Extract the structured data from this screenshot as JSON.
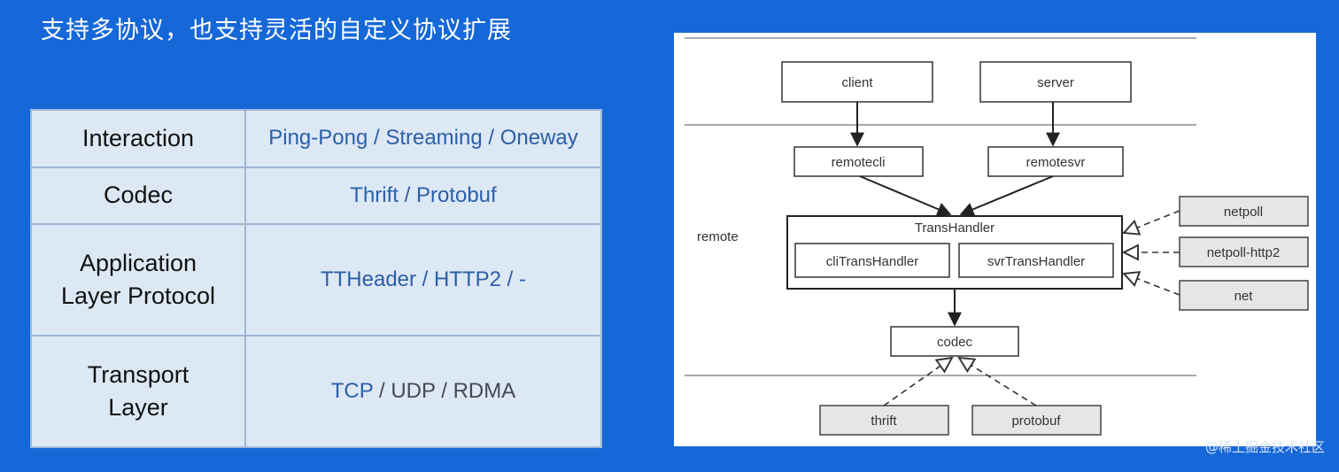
{
  "slide": {
    "title": "支持多协议，也支持灵活的自定义协议扩展",
    "watermark": "@稀土掘金技术社区"
  },
  "colors": {
    "background": "#1668d8",
    "table_background": "#dde8f5",
    "value_blue": "#2b5fa8",
    "value_gray": "#454a52",
    "box_gray_fill": "#e6e6e6"
  },
  "table": {
    "rows": [
      {
        "label_lines": [
          "Interaction"
        ],
        "values": [
          {
            "text": "Ping-Pong / Streaming / Oneway",
            "style": "blue"
          }
        ]
      },
      {
        "label_lines": [
          "Codec"
        ],
        "values": [
          {
            "text": "Thrift / Protobuf",
            "style": "blue"
          }
        ]
      },
      {
        "label_lines": [
          "Application",
          "Layer Protocol"
        ],
        "values": [
          {
            "text": "TTHeader / HTTP2 / -",
            "style": "blue"
          }
        ]
      },
      {
        "label_lines": [
          "Transport",
          "Layer"
        ],
        "values": [
          {
            "text": "TCP",
            "style": "blue"
          },
          {
            "text": " / UDP / RDMA",
            "style": "gray"
          }
        ]
      }
    ]
  },
  "diagram": {
    "layer_label": "remote",
    "boxes": {
      "client": "client",
      "server": "server",
      "remotecli": "remotecli",
      "remotesvr": "remotesvr",
      "transhandler": "TransHandler",
      "clitranshandler": "cliTransHandler",
      "svrtranshandler": "svrTransHandler",
      "codec": "codec",
      "netpoll": "netpoll",
      "netpoll_http2": "netpoll-http2",
      "net": "net",
      "thrift": "thrift",
      "protobuf": "protobuf"
    }
  }
}
